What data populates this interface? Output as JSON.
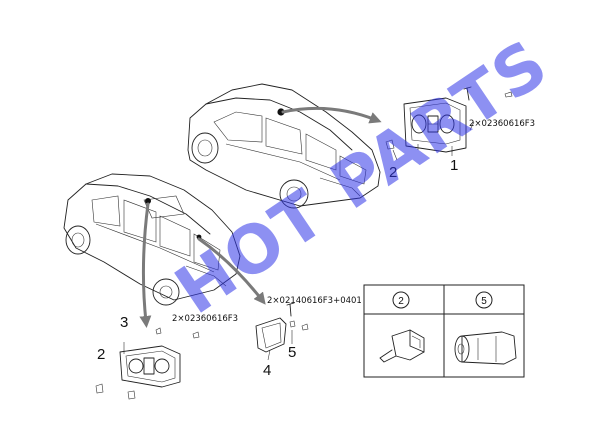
{
  "callouts": {
    "c1": "1",
    "c2_top": "2",
    "c2_left": "2",
    "c3": "3",
    "c4": "4",
    "c5": "5"
  },
  "part_codes": {
    "top_right": "2×02360616F3",
    "mid_left": "2×02360616F3",
    "mid_right": "2×02140616F3+0401"
  },
  "detail_table": {
    "headers": [
      "2",
      "5"
    ]
  },
  "watermark": "HOT PARTS",
  "colors": {
    "watermark": "#2f35e8",
    "arrow": "#7a7a7a",
    "line": "#222222"
  }
}
